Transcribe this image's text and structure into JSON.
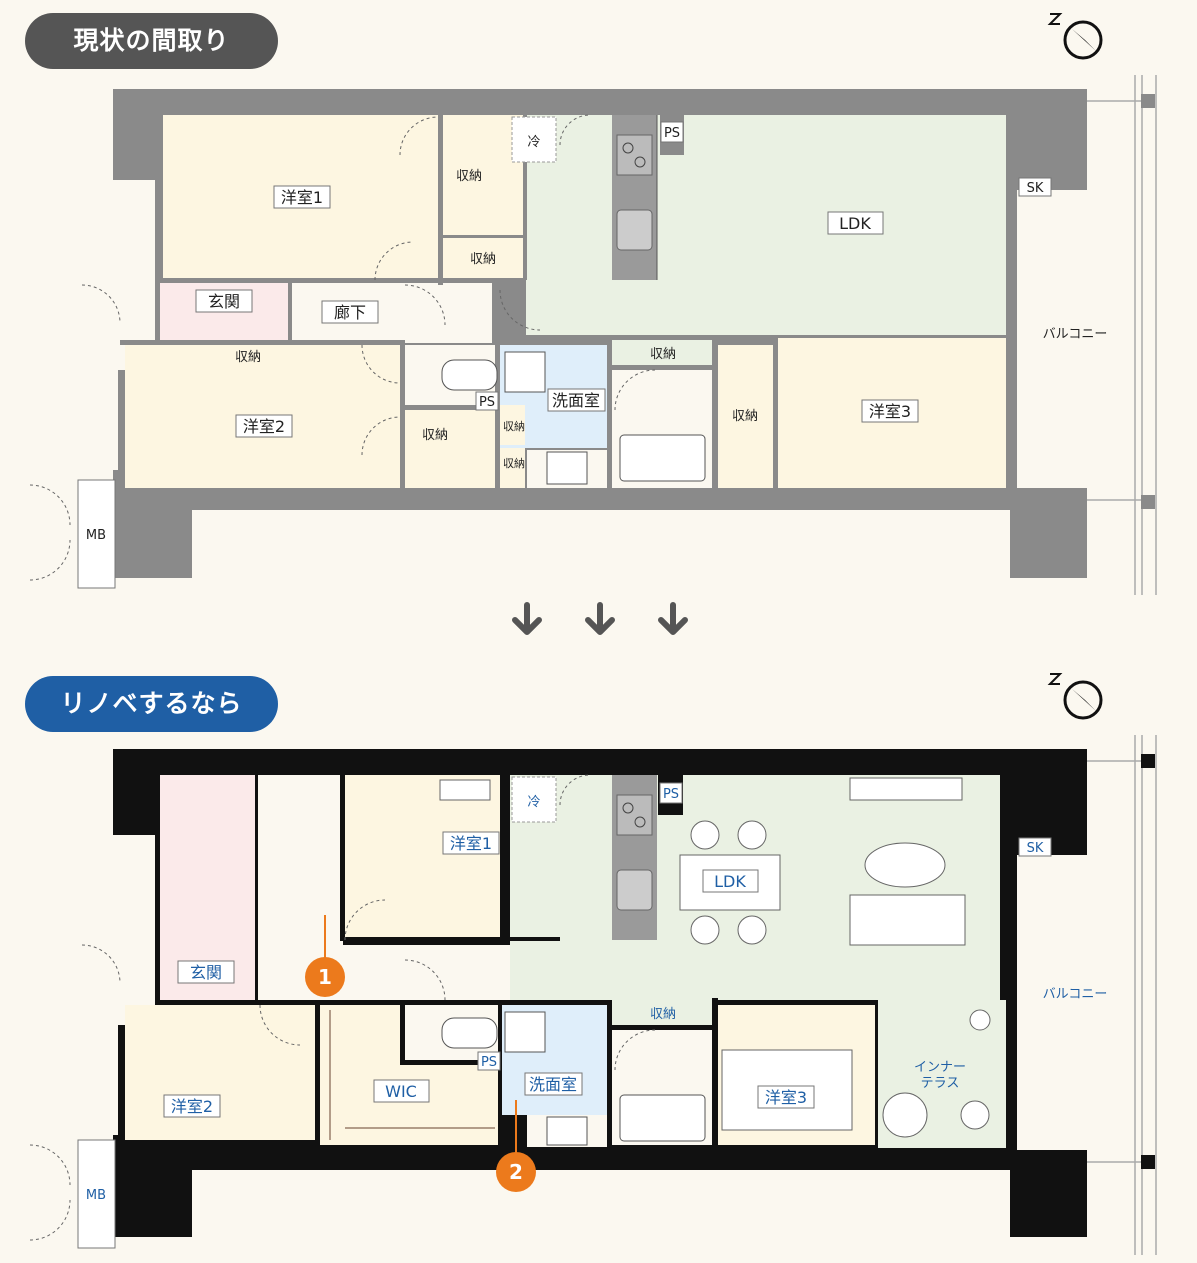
{
  "before": {
    "title": "現状の間取り",
    "rooms": {
      "youshitsu1": "洋室1",
      "shuno_top": "収納",
      "shuno_mid": "収納",
      "rei": "冷",
      "ps_kitchen": "PS",
      "ldk": "LDK",
      "sk": "SK",
      "genkan": "玄関",
      "shuno_genkan": "収納",
      "rouka": "廊下",
      "youshitsu2": "洋室2",
      "shuno_hall": "収納",
      "ps_wc": "PS",
      "senmen": "洗面室",
      "shuno_s1": "収納",
      "shuno_s2": "収納",
      "shuno_ldk": "収納",
      "shuno_room3": "収納",
      "youshitsu3": "洋室3",
      "balcony": "バルコニー",
      "mb": "MB"
    }
  },
  "after": {
    "title": "リノベするなら",
    "rooms": {
      "rei": "冷",
      "ps_kitchen": "PS",
      "youshitsu1": "洋室1",
      "ldk": "LDK",
      "sk": "SK",
      "genkan": "玄関",
      "balcony": "バルコニー",
      "shuno_ldk": "収納",
      "youshitsu2": "洋室2",
      "wic": "WIC",
      "ps_wc": "PS",
      "senmen": "洗面室",
      "youshitsu3": "洋室3",
      "inner_terrace_1": "インナー",
      "inner_terrace_2": "テラス",
      "mb": "MB"
    },
    "markers": [
      "1",
      "2"
    ]
  },
  "colors": {
    "accent_blue": "#1f5fa5",
    "marker_orange": "#ec7a1c",
    "room_cream": "#fdf6e1",
    "room_green": "#eaf1e3",
    "room_blue": "#dfeefa",
    "room_pink": "#fbeaea",
    "wall_gray": "#8a8a8a",
    "wall_black": "#111111"
  }
}
